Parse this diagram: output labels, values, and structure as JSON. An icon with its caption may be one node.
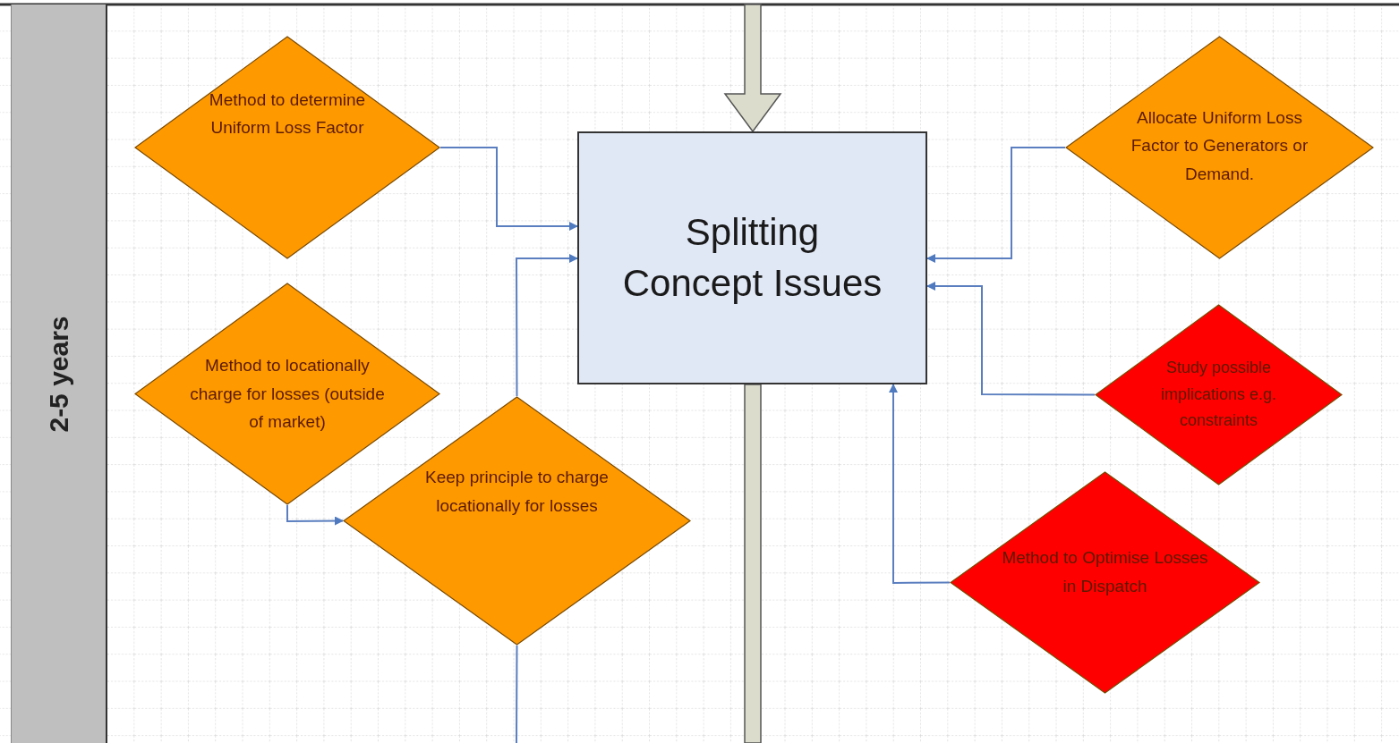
{
  "diagram": {
    "nodes": [
      {
        "text": [
          "2-5 years"
        ]
      },
      {
        "text": [
          "Method to determine Uniform Loss Factor"
        ]
      },
      {
        "text": [
          "Method to locationally charge for losses (outside of market)"
        ]
      },
      {
        "text": [
          "Keep principle to charge locationally for losses"
        ]
      },
      {
        "text": [
          "Splitting Concept Issues"
        ]
      },
      {
        "text": [
          "Allocate Uniform Loss Factor to Generators or Demand."
        ]
      },
      {
        "text": [
          "Study possible implications e.g. constraints"
        ]
      },
      {
        "text": [
          "Method to Optimise Losses in Dispatch"
        ]
      }
    ],
    "edges": [
      {
        "from": 1,
        "to": 4,
        "arrow": "to"
      },
      {
        "from": 2,
        "to": 3,
        "arrow": "to"
      },
      {
        "from": 3,
        "to": 4,
        "arrow": "to"
      },
      {
        "from": 5,
        "to": 4,
        "arrow": "to"
      },
      {
        "from": 6,
        "to": 4,
        "arrow": "to"
      },
      {
        "from": 7,
        "to": 4,
        "arrow": "to"
      },
      {
        "from": null,
        "to": 4,
        "arrow": "to",
        "style": "thick",
        "color": "#dcdccc"
      },
      {
        "from": 4,
        "to": null,
        "arrow": "none",
        "style": "thick",
        "color": "#dcdccc"
      },
      {
        "from": 3,
        "to": null,
        "arrow": "none"
      }
    ]
  }
}
